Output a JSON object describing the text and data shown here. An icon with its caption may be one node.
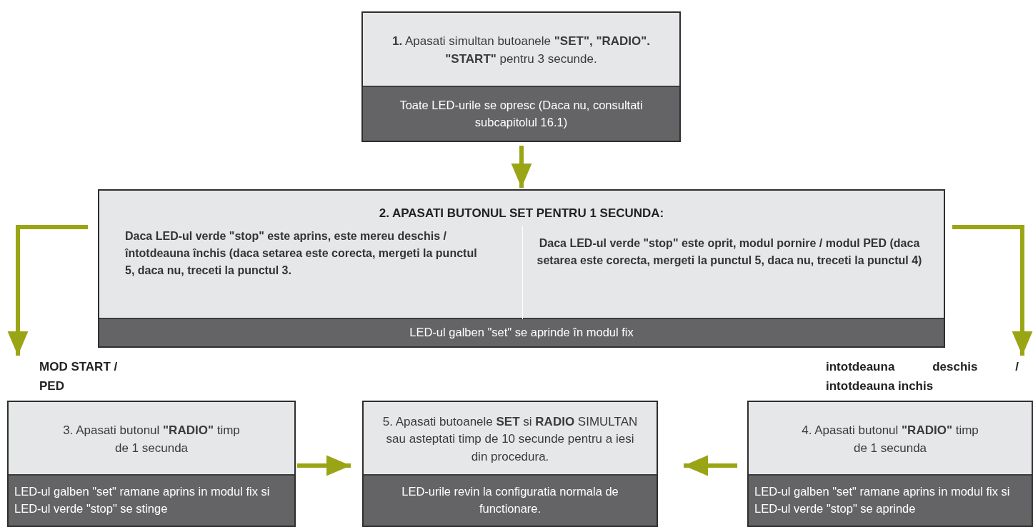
{
  "diagram": {
    "nodes": [
      {
        "text": [
          "**1.** Apasati simultan butoanele **\"SET\", \"RADIO\". \"START\"** pentru 3 secunde.",
          "Toate LED-urile se opresc (Daca nu, consultati subcapitolul 16.1)"
        ]
      },
      {
        "text": [
          "2. APASATI BUTONUL SET PENTRU 1 SECUNDA:",
          "Daca LED-ul verde \"stop\" este aprins, este mereu deschis / întotdeauna închis (daca setarea este corecta, mergeti la punctul 5, daca nu, treceti la punctul 3.",
          "Daca LED-ul verde \"stop\" este oprit, modul pornire / modul PED (daca setarea este corecta, mergeti la punctul 5, daca nu, treceti la punctul 4)",
          "LED-ul galben \"set\" se aprinde în modul fix"
        ]
      },
      {
        "text": [
          "MOD START / PED",
          "3. Apasati butonul **\"RADIO\"** timp de 1 secunda",
          "LED-ul galben \"set\" ramane aprins in modul fix si LED-ul verde \"stop\" se stinge"
        ]
      },
      {
        "text": [
          "5. Apasati butoanele **SET** si **RADIO** SIMULTAN sau asteptati timp de 10 secunde pentru a iesi din procedura.",
          "LED-urile revin la configuratia normala de functionare."
        ]
      },
      {
        "text": [
          "intotdeauna deschis / intotdeauna inchis",
          "4. Apasati butonul **\"RADIO\"** timp de 1 secunda",
          "LED-ul galben \"set\" ramane aprins in modul fix si LED-ul verde \"stop\" se aprinde"
        ]
      }
    ],
    "edges": [
      {
        "from": 0,
        "to": 1,
        "arrow": "to"
      },
      {
        "from": 1,
        "to": 2,
        "arrow": "to"
      },
      {
        "from": 1,
        "to": 4,
        "arrow": "to"
      },
      {
        "from": 2,
        "to": 3,
        "arrow": "to"
      },
      {
        "from": 4,
        "to": 3,
        "arrow": "to"
      }
    ]
  }
}
